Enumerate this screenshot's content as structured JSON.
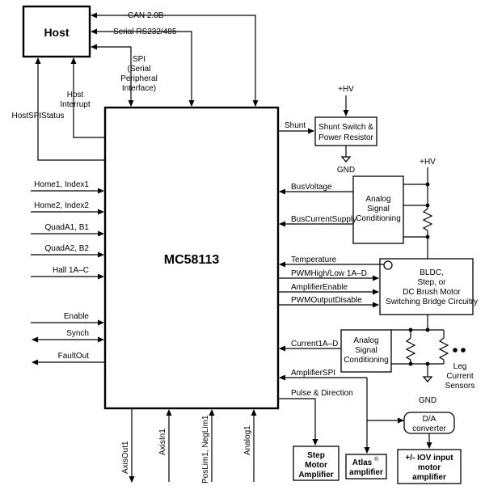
{
  "host": {
    "title": "Host"
  },
  "chip": {
    "title": "MC58113"
  },
  "bus": {
    "can": "CAN 2.0B",
    "serial": "Serial RS232/485",
    "spi_1": "SPI",
    "spi_2": "(Serial",
    "spi_3": "Peripheral",
    "spi_4": "Interface)",
    "host_interrupt_1": "Host",
    "host_interrupt_2": "Interrupt",
    "host_spi_status": "HostSPIStatus"
  },
  "left_signals": {
    "home1": "Home1, Index1",
    "home2": "Home2, Index2",
    "quada1": "QuadA1, B1",
    "quada2": "QuadA2, B2",
    "hall": "Hall 1A–C",
    "enable": "Enable",
    "synch": "Synch",
    "faultout": "FaultOut"
  },
  "bottom_signals": {
    "axisout": "AxisOut1",
    "axisin": "AxisIn1",
    "poslim": "PosLim1, NegLim1",
    "analog": "Analog1"
  },
  "right_signals": {
    "shunt": "Shunt",
    "busvoltage": "BusVoltage",
    "buscurrent": "BusCurrentSupply",
    "temperature": "Temperature",
    "pwm": "PWMHigh/Low 1A–D",
    "ampenable": "AmplifierEnable",
    "pwmdisable": "PWMOutputDisable",
    "current": "Current1A–D",
    "ampspi": "AmplifierSPI",
    "pulse": "Pulse & Direction"
  },
  "shunt_box": {
    "line1": "Shunt Switch &",
    "line2": "Power Resistor"
  },
  "analog_top": {
    "line1": "Analog",
    "line2": "Signal",
    "line3": "Conditioning"
  },
  "analog_bottom": {
    "line1": "Analog",
    "line2": "Signal",
    "line3": "Conditioning"
  },
  "bridge": {
    "line1": "BLDC,",
    "line2": "Step, or",
    "line3": "DC Brush Motor",
    "line4": "Switching Bridge Circuitry"
  },
  "power": {
    "hv1": "+HV",
    "hv2": "+HV",
    "gnd1": "GND",
    "gnd2": "GND"
  },
  "leg_sensors": {
    "line1": "Leg",
    "line2": "Current",
    "line3": "Sensors"
  },
  "dac": {
    "line1": "D/A",
    "line2": "converter"
  },
  "outputs": {
    "step_1": "Step",
    "step_2": "Motor",
    "step_3": "Amplifier",
    "atlas_1": "Atlas",
    "atlas_sup": "®",
    "atlas_2": "amplifier",
    "iov_1": "+/- IOV input",
    "iov_2": "motor",
    "iov_3": "amplifier"
  }
}
